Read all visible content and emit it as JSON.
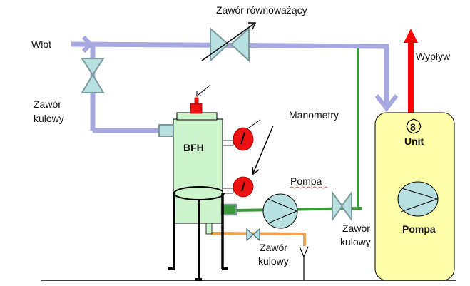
{
  "labels": {
    "inlet": "Wlot",
    "balancing_valve": "Zawór równoważący",
    "outflow": "Wypływ",
    "ball_valve_left_line1": "Zawór",
    "ball_valve_left_line2": "kulowy",
    "manometers": "Manometry",
    "tank": "BFH",
    "pump": "Pompa",
    "ball_valve_right_line1": "Zawór",
    "ball_valve_right_line2": "kulowy",
    "ball_valve_bottom_line1": "Zawór",
    "ball_valve_bottom_line2": "kulowy",
    "unit_number": "8",
    "unit": "Unit",
    "unit_pump": "Pompa"
  },
  "colors": {
    "supply_pipe": "#a8a8e0",
    "return_pipe": "#3a9a3a",
    "outflow_arrow": "#ff0000",
    "drain_pipe": "#f5a04a",
    "valve_fill": "#b8e0e0",
    "valve_stroke": "#7a9a9a",
    "tank_fill": "#ccf5cc",
    "gauge_fill": "#ee1111",
    "unit_fill": "#ffffa8"
  }
}
